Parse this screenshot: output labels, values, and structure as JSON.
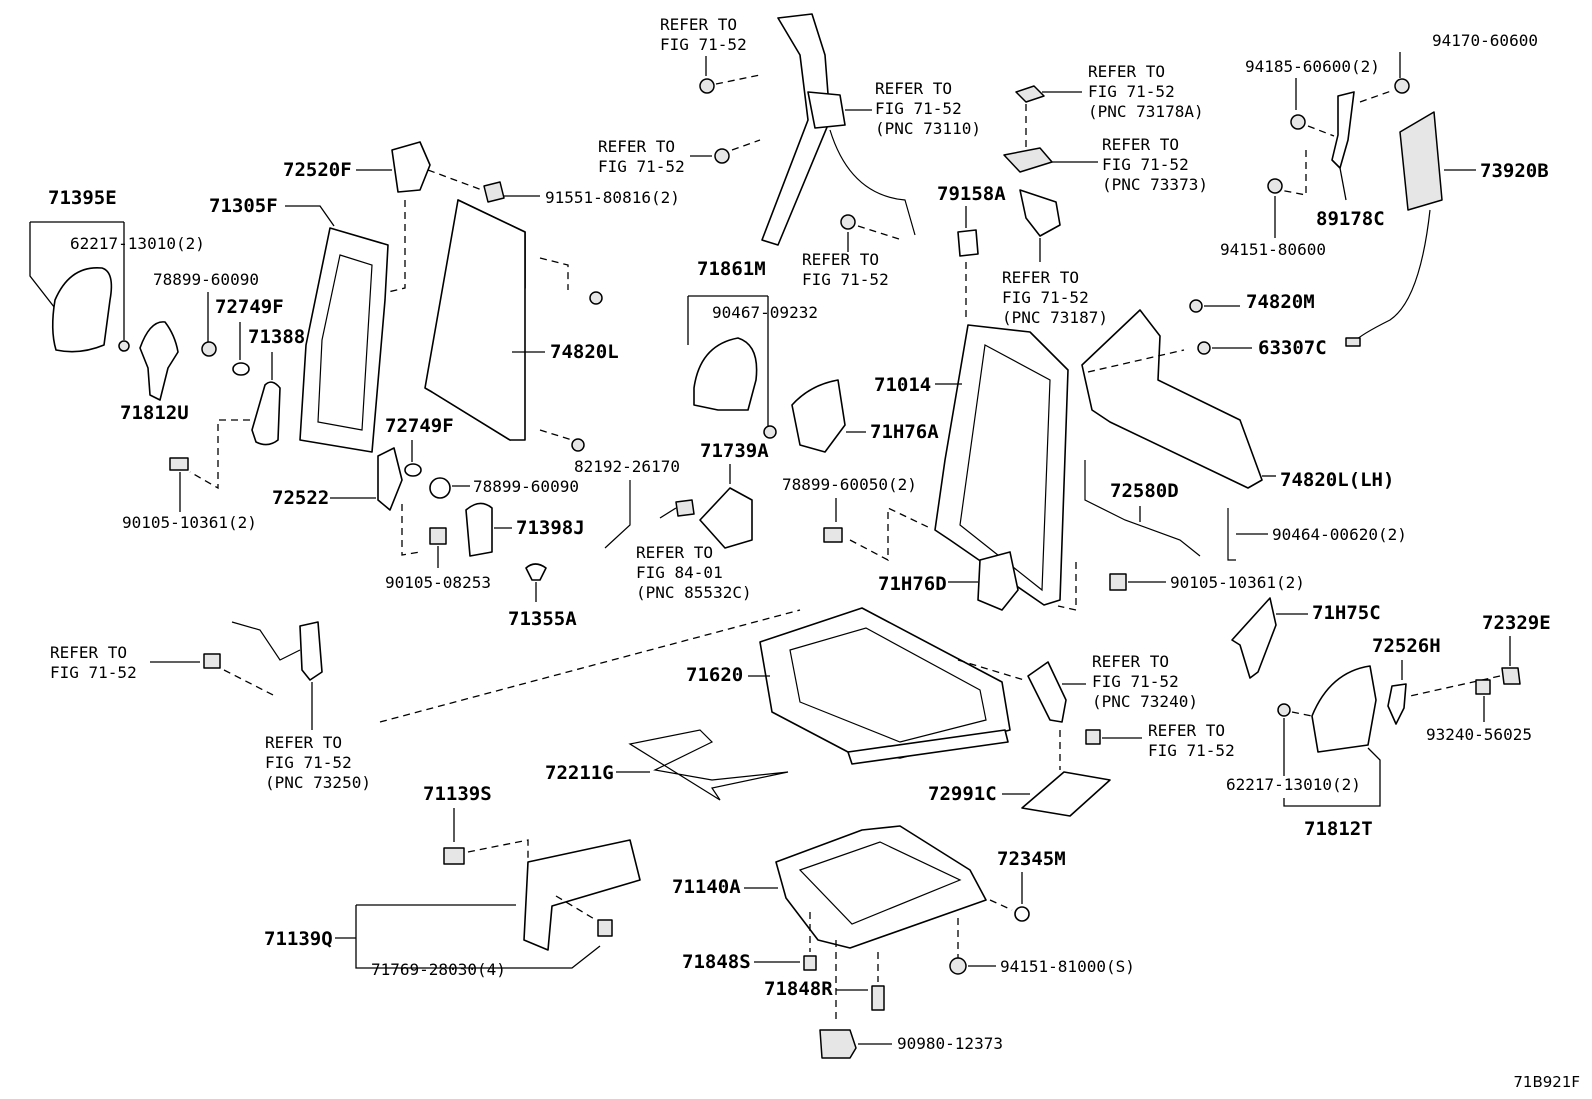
{
  "figure_id": "71B921F",
  "refer_to_fig_71_52": [
    "REFER TO",
    "FIG 71-52"
  ],
  "labels": {
    "71395E": "71395E",
    "62217_13010_top": "62217-13010(2)",
    "78899_60090_a": "78899-60090",
    "72749F_a": "72749F",
    "71388": "71388",
    "71812U": "71812U",
    "90105_10361_left": "90105-10361(2)",
    "71305F": "71305F",
    "72520F": "72520F",
    "91551_80816": "91551-80816(2)",
    "74820L": "74820L",
    "72749F_b": "72749F",
    "82192_26170": "82192-26170",
    "78899_60090_b": "78899-60090",
    "72522": "72522",
    "71398J": "71398J",
    "90105_08253": "90105-08253",
    "71355A": "71355A",
    "71861M": "71861M",
    "90467_09232": "90467-09232",
    "71H76A": "71H76A",
    "71739A": "71739A",
    "78899_60050": "78899-60050(2)",
    "pnc_85532C": "(PNC 85532C)",
    "fig_84_01": "FIG 84-01",
    "pnc_73110": "(PNC 73110)",
    "pnc_73178A": "(PNC 73178A)",
    "pnc_73373": "(PNC 73373)",
    "pnc_73187": "(PNC 73187)",
    "pnc_73240": "(PNC 73240)",
    "pnc_73250": "(PNC 73250)",
    "79158A": "79158A",
    "71014": "71014",
    "71H76D": "71H76D",
    "94170_60600": "94170-60600",
    "94185_60600": "94185-60600(2)",
    "73920B": "73920B",
    "89178C": "89178C",
    "94151_80600": "94151-80600",
    "74820M": "74820M",
    "63307C": "63307C",
    "74820L_LH": "74820L(LH)",
    "72580D": "72580D",
    "90464_00620": "90464-00620(2)",
    "90105_10361_right": "90105-10361(2)",
    "71H75C": "71H75C",
    "72329E": "72329E",
    "72526H": "72526H",
    "93240_56025": "93240-56025",
    "62217_13010_bottom": "62217-13010(2)",
    "71812T": "71812T",
    "71620": "71620",
    "72211G": "72211G",
    "72991C": "72991C",
    "71139S": "71139S",
    "71139Q": "71139Q",
    "71769_28030": "71769-28030(4)",
    "71140A": "71140A",
    "72345M": "72345M",
    "71848S": "71848S",
    "71848R": "71848R",
    "94151_81000": "94151-81000(S)",
    "90980_12373": "90980-12373"
  }
}
